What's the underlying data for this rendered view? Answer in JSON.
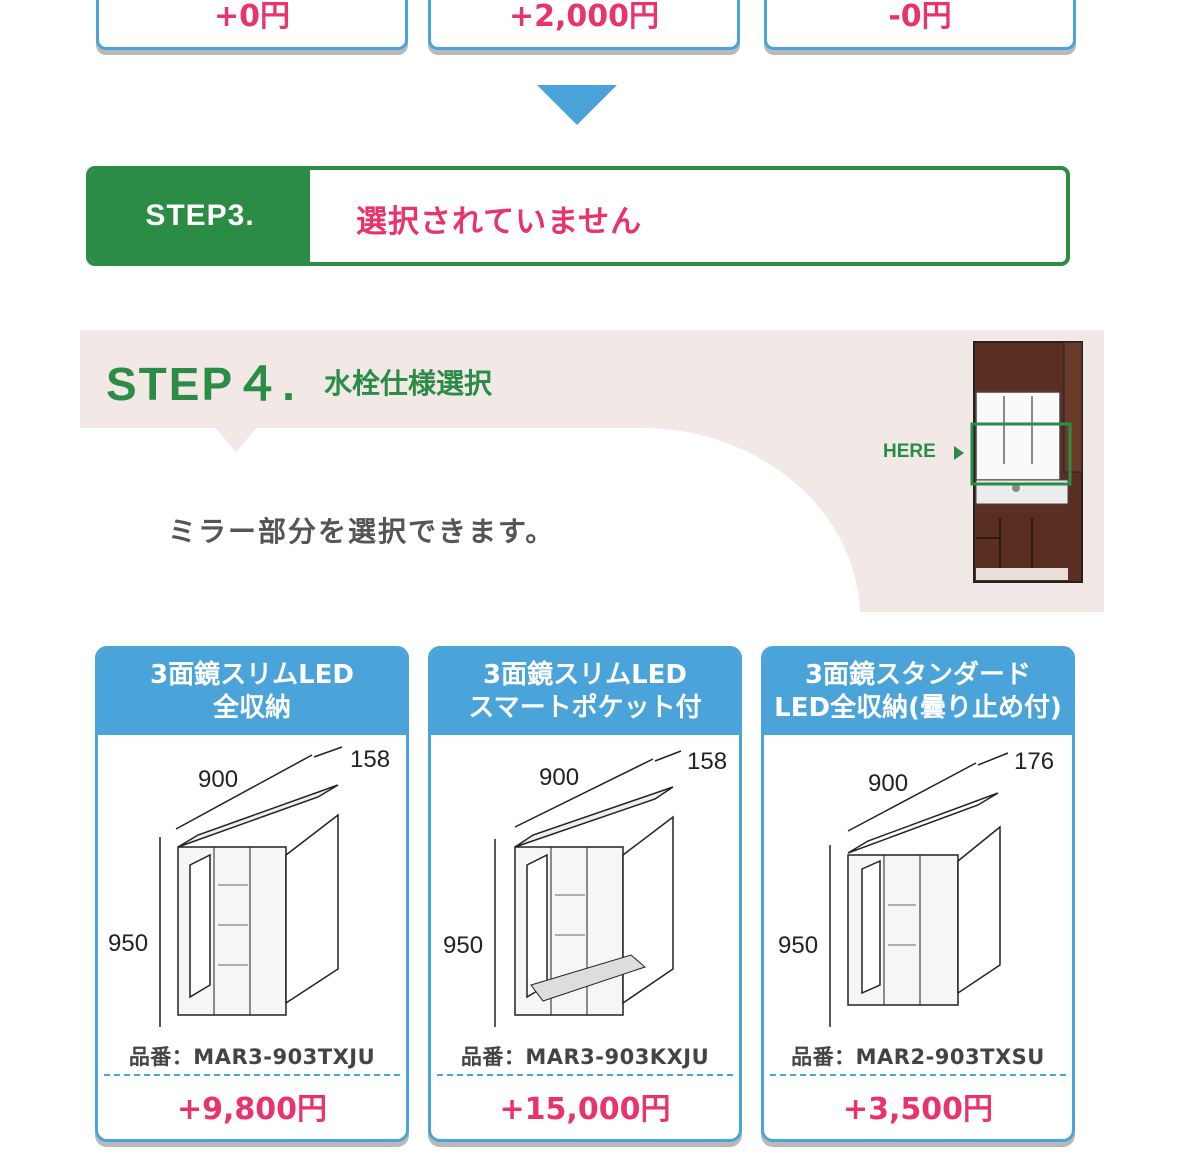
{
  "top_prices": [
    "+0円",
    "+2,000円",
    "-0円"
  ],
  "step3": {
    "label": "STEP3.",
    "value": "選択されていません"
  },
  "step4": {
    "label": "STEP４.",
    "title": "水栓仕様選択",
    "description": "ミラー部分を選択できます。",
    "here_label": "HERE"
  },
  "products": [
    {
      "name_line1": "3面鏡スリムLED",
      "name_line2": "全収納",
      "width": "900",
      "depth": "158",
      "height": "950",
      "code": "品番：MAR3-903TXJU",
      "price": "+9,800円"
    },
    {
      "name_line1": "3面鏡スリムLED",
      "name_line2": "スマートポケット付",
      "width": "900",
      "depth": "158",
      "height": "950",
      "code": "品番：MAR3-903KXJU",
      "price": "+15,000円"
    },
    {
      "name_line1": "3面鏡スタンダード",
      "name_line2": "LED全収納(曇り止め付)",
      "width": "900",
      "depth": "176",
      "height": "950",
      "code": "品番：MAR2-903TXSU",
      "price": "+3,500円"
    }
  ],
  "colors": {
    "accent_blue": "#4aa3d9",
    "green": "#2a8c45",
    "price_pink": "#e8336d",
    "step4_bg": "#f2e8e6"
  }
}
